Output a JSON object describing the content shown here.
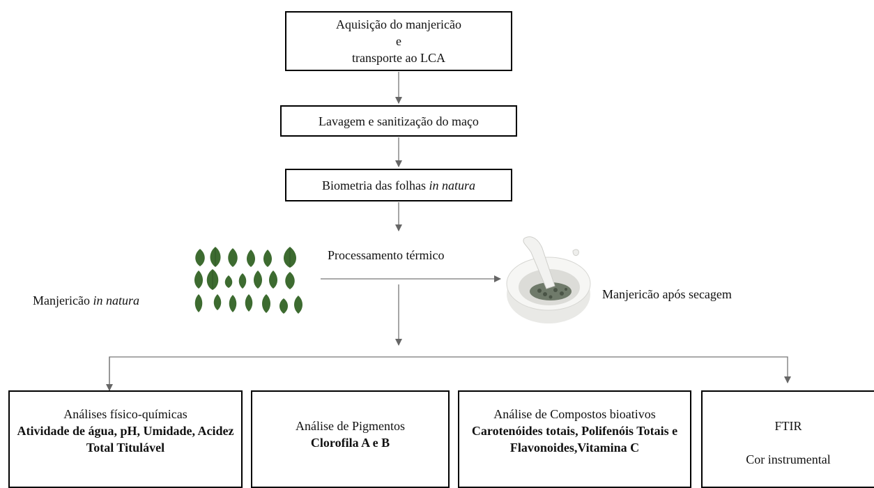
{
  "steps": {
    "acquisition": [
      "Aquisição do manjericão",
      "e",
      "transporte ao LCA"
    ],
    "washing": "Lavagem e sanitização do maço",
    "biometry": {
      "text": "Biometria das folhas ",
      "italic": "in natura"
    }
  },
  "processing": {
    "label": "Processamento térmico",
    "fresh": {
      "text": "Manjericão ",
      "italic": "in natura"
    },
    "dried": "Manjericão após secagem"
  },
  "analyses": [
    {
      "title": "Análises físico-químicas",
      "detail": "Atividade de água, pH, Umidade, Acidez Total Titulável"
    },
    {
      "title": "Análise de Pigmentos",
      "detail": "Clorofila A e B"
    },
    {
      "title": "Análise de Compostos bioativos",
      "detail": "Carotenóides totais, Polifenóis Totais e Flavonoides,Vitamina C"
    },
    {
      "title": "FTIR",
      "detail": "Cor instrumental"
    }
  ],
  "colors": {
    "leaf": "#3d6b30",
    "leaf_dark": "#2f5526",
    "mortar": "#f1f1ef",
    "arrow": "#777777"
  }
}
